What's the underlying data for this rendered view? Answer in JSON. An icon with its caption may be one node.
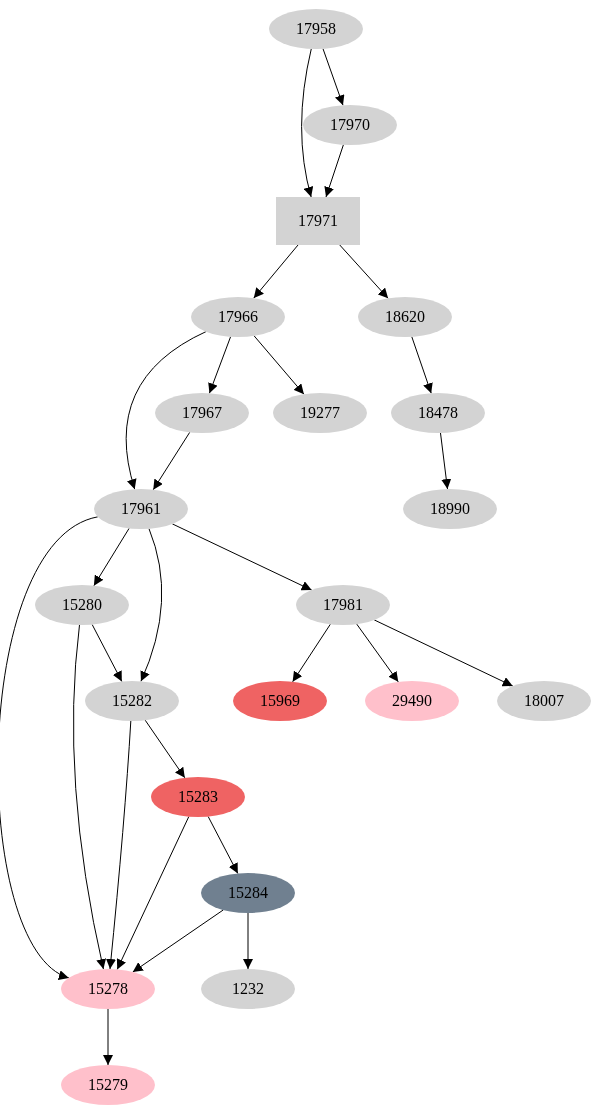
{
  "diagram": {
    "nodes": [
      {
        "text": [
          "17958"
        ]
      },
      {
        "text": [
          "17970"
        ]
      },
      {
        "text": [
          "17971"
        ]
      },
      {
        "text": [
          "17966"
        ]
      },
      {
        "text": [
          "18620"
        ]
      },
      {
        "text": [
          "17967"
        ]
      },
      {
        "text": [
          "19277"
        ]
      },
      {
        "text": [
          "18478"
        ]
      },
      {
        "text": [
          "17961"
        ]
      },
      {
        "text": [
          "18990"
        ]
      },
      {
        "text": [
          "15280"
        ]
      },
      {
        "text": [
          "17981"
        ]
      },
      {
        "text": [
          "15282"
        ]
      },
      {
        "text": [
          "15969"
        ]
      },
      {
        "text": [
          "29490"
        ]
      },
      {
        "text": [
          "18007"
        ]
      },
      {
        "text": [
          "15283"
        ]
      },
      {
        "text": [
          "15284"
        ]
      },
      {
        "text": [
          "15278"
        ]
      },
      {
        "text": [
          "1232"
        ]
      },
      {
        "text": [
          "15279"
        ]
      }
    ],
    "edges": [
      {
        "from": 0,
        "to": 2,
        "arrow": "to"
      },
      {
        "from": 0,
        "to": 1,
        "arrow": "to"
      },
      {
        "from": 1,
        "to": 2,
        "arrow": "to"
      },
      {
        "from": 2,
        "to": 3,
        "arrow": "to"
      },
      {
        "from": 2,
        "to": 4,
        "arrow": "to"
      },
      {
        "from": 3,
        "to": 8,
        "arrow": "to"
      },
      {
        "from": 3,
        "to": 5,
        "arrow": "to"
      },
      {
        "from": 3,
        "to": 6,
        "arrow": "to"
      },
      {
        "from": 4,
        "to": 7,
        "arrow": "to"
      },
      {
        "from": 5,
        "to": 8,
        "arrow": "to"
      },
      {
        "from": 7,
        "to": 9,
        "arrow": "to"
      },
      {
        "from": 8,
        "to": 18,
        "arrow": "to"
      },
      {
        "from": 8,
        "to": 10,
        "arrow": "to"
      },
      {
        "from": 8,
        "to": 12,
        "arrow": "to"
      },
      {
        "from": 8,
        "to": 11,
        "arrow": "to"
      },
      {
        "from": 10,
        "to": 12,
        "arrow": "to"
      },
      {
        "from": 10,
        "to": 18,
        "arrow": "to"
      },
      {
        "from": 11,
        "to": 13,
        "arrow": "to"
      },
      {
        "from": 11,
        "to": 14,
        "arrow": "to"
      },
      {
        "from": 11,
        "to": 15,
        "arrow": "to"
      },
      {
        "from": 12,
        "to": 16,
        "arrow": "to"
      },
      {
        "from": 12,
        "to": 18,
        "arrow": "to"
      },
      {
        "from": 16,
        "to": 18,
        "arrow": "to"
      },
      {
        "from": 16,
        "to": 17,
        "arrow": "to"
      },
      {
        "from": 17,
        "to": 18,
        "arrow": "to"
      },
      {
        "from": 17,
        "to": 19,
        "arrow": "to"
      },
      {
        "from": 18,
        "to": 20,
        "arrow": "to"
      }
    ]
  }
}
